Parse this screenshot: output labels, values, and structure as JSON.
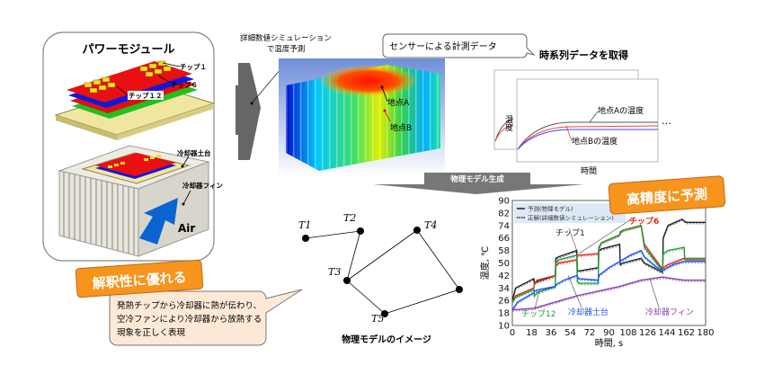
{
  "module": {
    "title": "パワーモジュール",
    "chip1": "チップ１",
    "chip6": "チップ６",
    "chip12": "チップ１２",
    "base": "冷却器土台",
    "fin": "冷却器フィン",
    "air": "Air"
  },
  "simulation": {
    "caption_line1": "詳細数値シミュレーション",
    "caption_line2": "で温度予測",
    "point_a": "地点A",
    "point_b": "地点B"
  },
  "sensor": {
    "callout": "センサーによる計測データ",
    "heading": "時系列データを取得",
    "ylabel": "温度",
    "xlabel": "時間",
    "label_a": "地点Aの温度",
    "label_b": "地点Bの温度",
    "ellipsis": "…"
  },
  "physics_arrow": {
    "label": "物理モデル生成"
  },
  "graph_model": {
    "nodes": [
      "T1",
      "T2",
      "T3",
      "T4",
      "T5"
    ],
    "caption": "物理モデルのイメージ"
  },
  "interpretability": {
    "badge": "解釈性に優れる",
    "bubble_lines": [
      "発熱チップから冷却器に熱が伝わり、",
      "空冷ファンにより冷却器から放熱する",
      "現象を正しく表現"
    ]
  },
  "accuracy": {
    "badge": "高精度に予測"
  },
  "colors": {
    "orange": "#f7941d",
    "chip1": "#222222",
    "chip6": "#e8241c",
    "chip12": "#1a9e3a",
    "base": "#1f4fff",
    "fin": "#8a3fa8"
  },
  "chart_data": {
    "type": "line",
    "xlabel": "時間, s",
    "ylabel": "温度, ℃",
    "xlim": [
      0,
      180
    ],
    "ylim": [
      10,
      90
    ],
    "xticks": [
      0,
      18,
      36,
      54,
      72,
      90,
      108,
      126,
      144,
      162,
      180
    ],
    "yticks": [
      10,
      18,
      26,
      34,
      42,
      50,
      58,
      66,
      74,
      82,
      90
    ],
    "legend": [
      "予測(物理モデル)",
      "正解(詳細数値シミュレーション)"
    ],
    "legend_position": "top-left",
    "series": [
      {
        "name": "チップ1",
        "color": "#222222",
        "points": [
          [
            0,
            26
          ],
          [
            3,
            34
          ],
          [
            20,
            40
          ],
          [
            20.5,
            37
          ],
          [
            23,
            38
          ],
          [
            40,
            42
          ],
          [
            40.5,
            53
          ],
          [
            43,
            54
          ],
          [
            60,
            58
          ],
          [
            60.5,
            45
          ],
          [
            63,
            45
          ],
          [
            80,
            47
          ],
          [
            80.5,
            58
          ],
          [
            83,
            59
          ],
          [
            100,
            62
          ],
          [
            100.5,
            49
          ],
          [
            103,
            50
          ],
          [
            120,
            53
          ],
          [
            123,
            50
          ],
          [
            140,
            44
          ],
          [
            140.5,
            66
          ],
          [
            145,
            74
          ],
          [
            158,
            78
          ],
          [
            162,
            76
          ],
          [
            180,
            76
          ]
        ]
      },
      {
        "name": "チップ6",
        "color": "#e8241c",
        "points": [
          [
            0,
            25
          ],
          [
            3,
            29
          ],
          [
            20,
            34
          ],
          [
            20.5,
            37
          ],
          [
            23,
            39
          ],
          [
            40,
            42
          ],
          [
            40.5,
            48
          ],
          [
            43,
            50
          ],
          [
            60,
            52
          ],
          [
            60.5,
            55
          ],
          [
            63,
            55
          ],
          [
            80,
            56
          ],
          [
            80.5,
            59
          ],
          [
            83,
            63
          ],
          [
            100,
            68
          ],
          [
            100.5,
            69
          ],
          [
            103,
            71
          ],
          [
            120,
            74
          ],
          [
            123,
            62
          ],
          [
            140,
            46
          ],
          [
            140.5,
            47
          ],
          [
            145,
            49
          ],
          [
            160,
            53
          ],
          [
            162,
            52
          ],
          [
            180,
            52
          ]
        ]
      },
      {
        "name": "チップ12",
        "color": "#1a9e3a",
        "points": [
          [
            0,
            25
          ],
          [
            3,
            28
          ],
          [
            20,
            33
          ],
          [
            20.5,
            29
          ],
          [
            23,
            31
          ],
          [
            40,
            35
          ],
          [
            40.5,
            50
          ],
          [
            43,
            52
          ],
          [
            60,
            55
          ],
          [
            60.5,
            38
          ],
          [
            63,
            37
          ],
          [
            80,
            37
          ],
          [
            80.5,
            60
          ],
          [
            83,
            63
          ],
          [
            100,
            68
          ],
          [
            100.5,
            70
          ],
          [
            103,
            71
          ],
          [
            120,
            74
          ],
          [
            123,
            60
          ],
          [
            140,
            45
          ],
          [
            140.5,
            56
          ],
          [
            145,
            58
          ],
          [
            160,
            60
          ],
          [
            160.5,
            53
          ],
          [
            180,
            53
          ]
        ]
      },
      {
        "name": "冷却器土台",
        "color": "#1f4fff",
        "points": [
          [
            0,
            20
          ],
          [
            5,
            25
          ],
          [
            20,
            31
          ],
          [
            20.5,
            32
          ],
          [
            25,
            33
          ],
          [
            40,
            35
          ],
          [
            40.5,
            36
          ],
          [
            48,
            39
          ],
          [
            60,
            42
          ],
          [
            62,
            40
          ],
          [
            80,
            39
          ],
          [
            80.5,
            42
          ],
          [
            90,
            47
          ],
          [
            100,
            51
          ],
          [
            110,
            55
          ],
          [
            120,
            58
          ],
          [
            123,
            54
          ],
          [
            135,
            47
          ],
          [
            140,
            45
          ],
          [
            142,
            46
          ],
          [
            150,
            49
          ],
          [
            160,
            51
          ],
          [
            180,
            51
          ]
        ]
      },
      {
        "name": "冷却器フィン",
        "color": "#8a3fa8",
        "points": [
          [
            0,
            20
          ],
          [
            20,
            21
          ],
          [
            40,
            25
          ],
          [
            60,
            29
          ],
          [
            80,
            32
          ],
          [
            100,
            35
          ],
          [
            120,
            39
          ],
          [
            140,
            41
          ],
          [
            150,
            40
          ],
          [
            160,
            39
          ],
          [
            180,
            39
          ]
        ]
      }
    ],
    "annotations": [
      "チップ1",
      "チップ6",
      "チップ12",
      "冷却器土台",
      "冷却器フィン"
    ]
  }
}
